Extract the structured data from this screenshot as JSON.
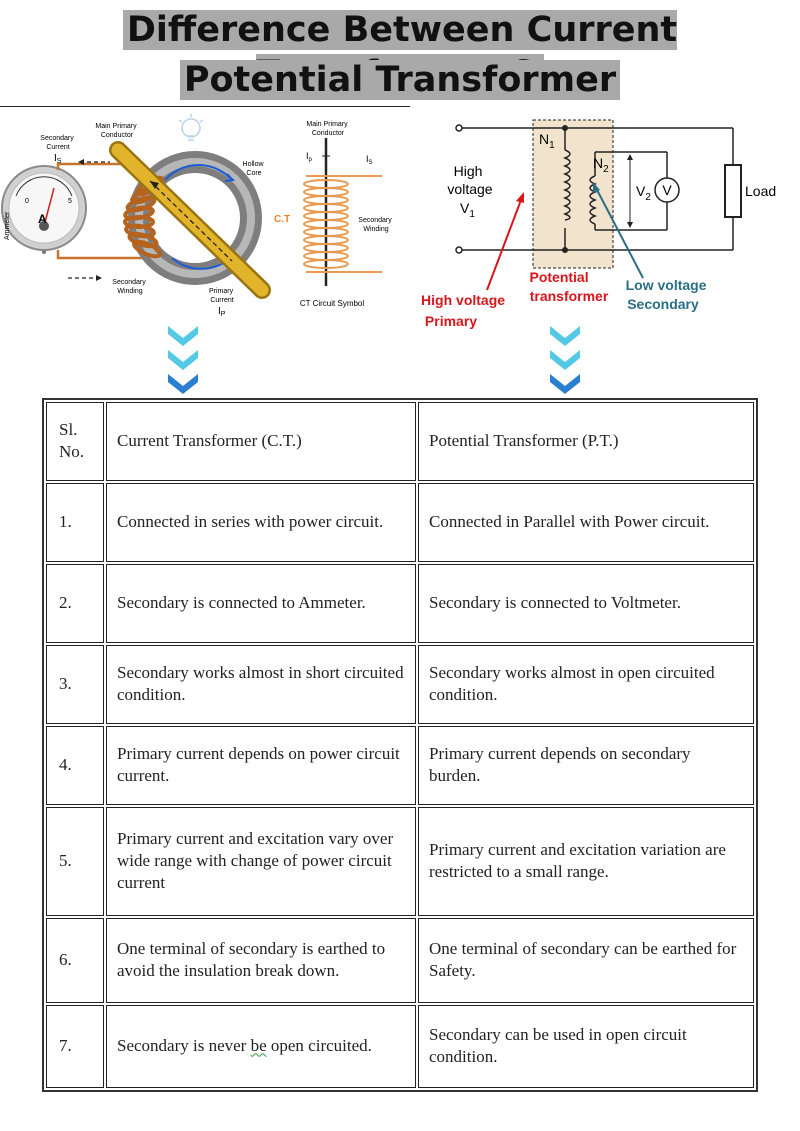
{
  "title": {
    "line1": "Difference Between Current Transformer &",
    "line2": "Potential Transformer"
  },
  "ct_diagram": {
    "secondary_current": [
      "Secondary",
      "Current"
    ],
    "is_label": "I",
    "is_sub": "S",
    "main_primary_conductor": [
      "Main Primary",
      "Conductor"
    ],
    "hollow_core": [
      "Hollow",
      "Core"
    ],
    "ammeter_label": "Ammeter",
    "ammeter_letter": "A",
    "dial_zero": "0",
    "dial_five": "5",
    "secondary_winding": [
      "Secondary",
      "Winding"
    ],
    "primary_current": [
      "Primary",
      "Current"
    ],
    "ip_label": "I",
    "ip_sub": "P"
  },
  "ct_symbol": {
    "main_primary_conductor": [
      "Main Primary",
      "Conductor"
    ],
    "ip_label": "I",
    "ip_sub": "p",
    "is_label": "I",
    "is_sub": "S",
    "ct_label": "C.T",
    "secondary_winding": [
      "Secondary",
      "Winding"
    ],
    "caption": "CT Circuit Symbol"
  },
  "pt_diagram": {
    "high_voltage": [
      "High",
      "voltage"
    ],
    "v1": "V",
    "v1_sub": "1",
    "n1": "N",
    "n1_sub": "1",
    "n2": "N",
    "n2_sub": "2",
    "v2": "V",
    "v2_sub": "2",
    "voltmeter": "V",
    "load": "Load",
    "hv_primary": [
      "High voltage",
      "Primary"
    ],
    "potential_transformer": [
      "Potential",
      "transformer"
    ],
    "lv_secondary": [
      "Low voltage",
      "Secondary"
    ],
    "colors": {
      "red": "#d7161b",
      "teal": "#2a6f86",
      "core": "#f1e3cc"
    }
  },
  "table": {
    "headers": [
      "Sl. No.",
      "Current Transformer (C.T.)",
      "Potential Transformer (P.T.)"
    ],
    "rows": [
      {
        "no": "1.",
        "ct": "Connected in series with power circuit.",
        "pt": "Connected in Parallel with Power circuit."
      },
      {
        "no": "2.",
        "ct": "Secondary is connected  to Ammeter.",
        "pt": "Secondary is connected  to Voltmeter."
      },
      {
        "no": "3.",
        "ct": "Secondary works almost in short circuited condition.",
        "pt": "Secondary works almost in open circuited condition."
      },
      {
        "no": "4.",
        "ct": "Primary current depends on power circuit current.",
        "pt": "Primary current depends on secondary burden."
      },
      {
        "no": "5.",
        "ct": "Primary current and excitation vary over wide range with change of power circuit current",
        "pt": "Primary current and excitation variation are restricted to a small range."
      },
      {
        "no": "6.",
        "ct": "One terminal of secondary is earthed to avoid the insulation break down.",
        "pt": "One terminal of secondary can be earthed for Safety."
      },
      {
        "no": "7.",
        "ct_pre": "Secondary is never ",
        "ct_wavy": "be",
        "ct_post": " open circuited.",
        "pt": "Secondary can be used in open circuit condition."
      }
    ]
  },
  "colors": {
    "chevron_light": "#53c9e6",
    "chevron_dark": "#2a7fd0",
    "gold": "#d9a822",
    "copper": "#c8742c",
    "orange": "#e89a50"
  }
}
